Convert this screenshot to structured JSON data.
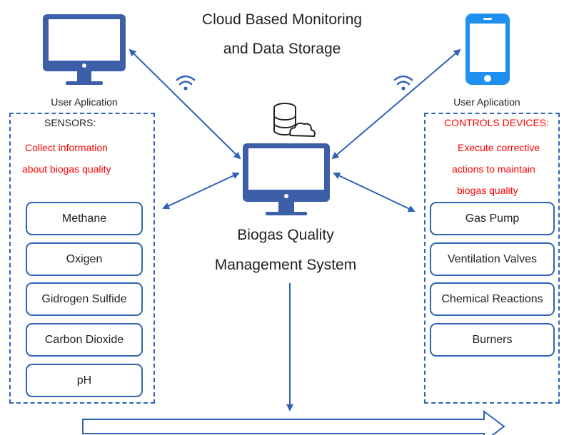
{
  "colors": {
    "accent": "#2e63b6",
    "screen": "#3d5fa8",
    "highlight_text": "#ff0000"
  },
  "header": {
    "title_line1": "Cloud Based Monitoring",
    "title_line2": "and Data Storage"
  },
  "left_device": {
    "icon": "desktop-monitor-icon",
    "caption": "User Aplication"
  },
  "right_device": {
    "icon": "smartphone-icon",
    "caption": "User Aplication"
  },
  "center": {
    "icons": [
      "database-cloud-icon",
      "desktop-monitor-icon"
    ],
    "title_line1": "Biogas Quality",
    "title_line2": "Management System"
  },
  "sensors": {
    "heading": "SENSORS:",
    "desc_line1": "Collect information",
    "desc_line2": "about biogas quality",
    "items": [
      "Methane",
      "Oxigen",
      "Gidrogen Sulfide",
      "Carbon Dioxide",
      "pH"
    ]
  },
  "controls": {
    "heading": "CONTROLS DEVICES:",
    "desc_line1": "Execute corrective",
    "desc_line2": "actions to maintain",
    "desc_line3": "biogas quality",
    "items": [
      "Gas Pump",
      "Ventilation Valves",
      "Chemical Reactions",
      "Burners"
    ]
  }
}
